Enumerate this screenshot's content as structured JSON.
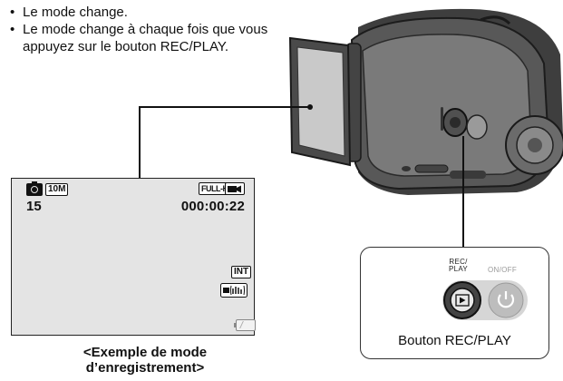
{
  "notes": [
    "Le mode change.",
    "Le mode change à chaque fois que vous appuyez sur le bouton REC/PLAY."
  ],
  "lcd": {
    "resolution": "10M",
    "shots_remaining": "15",
    "video_mode": "FULL-HD",
    "timecode": "000:00:22",
    "storage": "INT"
  },
  "caption": {
    "line1": "<Exemple de mode",
    "line2": "d’enregistrement>"
  },
  "callout": {
    "rec_line1": "REC/",
    "rec_line2": "PLAY",
    "onoff": "ON/OFF",
    "button_label": "Bouton REC/PLAY"
  },
  "colors": {
    "lcd_background": "#e4e4e4",
    "camera_body": "#5a5a5a",
    "camera_screen": "#c9c9c9",
    "onoff_button": "#bdbdbd"
  },
  "icons": [
    "camera-mode-icon",
    "video-mode-icon",
    "internal-memory-icon",
    "stabilizer-icon",
    "battery-icon",
    "play-icon",
    "power-icon"
  ]
}
